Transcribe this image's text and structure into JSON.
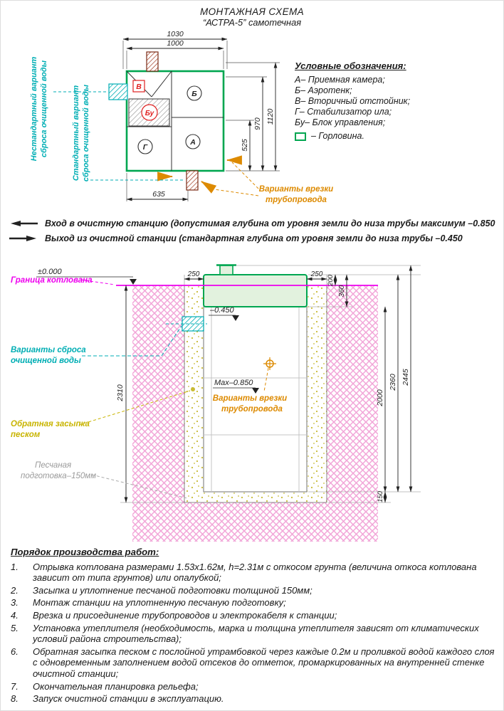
{
  "title": {
    "line1": "МОНТАЖНАЯ СХЕМА",
    "line2": "“АСТРА-5” самотечная"
  },
  "plan": {
    "dim_width_outer": "1030",
    "dim_width_inner": "1000",
    "dim_height_outer": "1120",
    "dim_height_inner": "970",
    "dim_height_partial": "525",
    "dim_width_bottom": "635",
    "chamber_a": "А",
    "chamber_b": "Б",
    "chamber_v": "В",
    "chamber_bu": "Бу",
    "chamber_g": "Г",
    "label_nonstandard_1": "Нестандартный вариант",
    "label_nonstandard_2": "сброса очищенной воды",
    "label_standard_1": "Стандартный вариант",
    "label_standard_2": "сброса очищенной воды",
    "label_pipe_variants_1": "Варианты врезки",
    "label_pipe_variants_2": "трубопровода"
  },
  "legend": {
    "title": "Условные обозначения:",
    "items": [
      "А– Приемная камера;",
      "Б– Аэротенк;",
      "В– Вторичный отстойник;",
      "Г– Стабилизатор ила;",
      "Бу– Блок управления;"
    ],
    "neck_item": "– Горловина."
  },
  "notes": {
    "inlet": "Вход в очистную станцию (допустимая глубина от уровня земли до низа трубы максимум –0.850",
    "outlet": "Выход из очистной станции (стандартная глубина от уровня земли до низа трубы –0.450"
  },
  "section": {
    "level_zero": "±0.000",
    "level_minus_450": "–0.450",
    "level_max_850": "Max–0.850",
    "dim_250_left": "250",
    "dim_250_right": "250",
    "dim_200": "200",
    "dim_360": "360",
    "dim_2445": "2445",
    "dim_2360": "2360",
    "dim_2000": "2000",
    "dim_150": "150",
    "dim_2310": "2310",
    "label_boundary": "Граница котлована",
    "label_discharge_1": "Варианты сброса",
    "label_discharge_2": "очищенной воды",
    "label_pipe_variants_1": "Варианты врезки",
    "label_pipe_variants_2": "трубопровода",
    "label_backfill_1": "Обратная засыпка",
    "label_backfill_2": "песком",
    "label_sand_1": "Песчаная",
    "label_sand_2": "подготовка–150мм"
  },
  "work_order": {
    "title": "Порядок производства работ:",
    "items": [
      {
        "num": "1.",
        "text": "Отрывка котлована размерами 1.53х1.62м, h=2.31м с откосом грунта (величина откоса котлована зависит от типа грунтов) или опалубкой;"
      },
      {
        "num": "2.",
        "text": "Засыпка и уплотнение песчаной подготовки толщиной 150мм;"
      },
      {
        "num": "3.",
        "text": "Монтаж станции на уплотненную песчаную подготовку;"
      },
      {
        "num": "4.",
        "text": "Врезка и присоединение трубопроводов и электрокабеля к станции;"
      },
      {
        "num": "5.",
        "text": "Установка утеплителя (необходимость, марка и толщина утеплителя зависят от климатических условий района строительства);"
      },
      {
        "num": "6.",
        "text": "Обратная засыпка песком с послойной утрамбовкой через каждые 0.2м и проливкой водой каждого слоя с одновременным заполнением водой отсеков до отметок, промаркированных на внутренней стенке очистной станции;"
      },
      {
        "num": "7.",
        "text": "Окончательная планировка рельефа;"
      },
      {
        "num": "8.",
        "text": "Запуск очистной станции в эксплуатацию."
      }
    ]
  },
  "colors": {
    "green": "#00A650",
    "teal": "#00AEB4",
    "magenta": "#EE00EE",
    "orange": "#DD8A00",
    "yellow": "#C8B400",
    "red": "#E02020"
  }
}
